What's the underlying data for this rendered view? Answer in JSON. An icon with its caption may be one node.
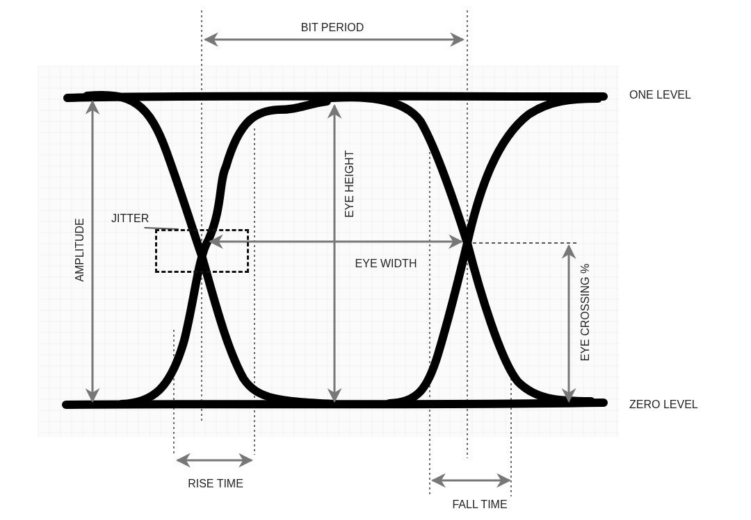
{
  "diagram": {
    "nodes": [
      {
        "text": [
          "JITTER"
        ]
      },
      {
        "text": [],
        "shape": "box"
      }
    ],
    "edges": [
      {
        "from": 0,
        "to": 1,
        "arrow": "none"
      }
    ],
    "labels": [
      "BIT PERIOD",
      "ONE LEVEL",
      "EYE HEIGHT",
      "AMPLITUDE",
      "EYE WIDTH",
      "EYE CROSSING %",
      "ZERO LEVEL",
      "RISE TIME",
      "FALL TIME"
    ]
  }
}
